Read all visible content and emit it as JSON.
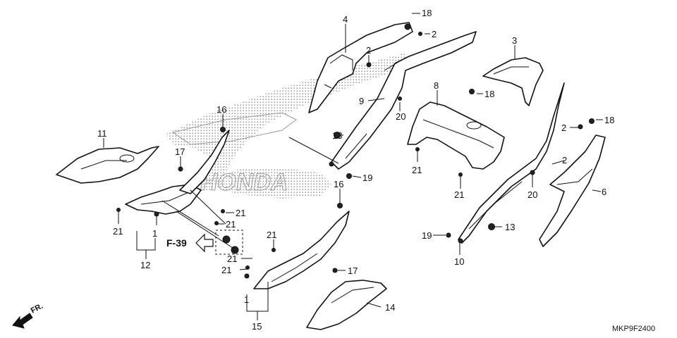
{
  "callouts": [
    {
      "id": "c4",
      "text": "4"
    },
    {
      "id": "c18a",
      "text": "18"
    },
    {
      "id": "c2a",
      "text": "2"
    },
    {
      "id": "c2b",
      "text": "2"
    },
    {
      "id": "c3",
      "text": "3"
    },
    {
      "id": "c16a",
      "text": "16"
    },
    {
      "id": "c9",
      "text": "9"
    },
    {
      "id": "c8",
      "text": "8"
    },
    {
      "id": "c18b",
      "text": "18"
    },
    {
      "id": "c20a",
      "text": "20"
    },
    {
      "id": "c11",
      "text": "11"
    },
    {
      "id": "c13a",
      "text": "13"
    },
    {
      "id": "c2c",
      "text": "2"
    },
    {
      "id": "c18c",
      "text": "18"
    },
    {
      "id": "c17a",
      "text": "17"
    },
    {
      "id": "c21a",
      "text": "21"
    },
    {
      "id": "c19a",
      "text": "19"
    },
    {
      "id": "c2d",
      "text": "2"
    },
    {
      "id": "c21b",
      "text": "21"
    },
    {
      "id": "c16b",
      "text": "16"
    },
    {
      "id": "c20b",
      "text": "20"
    },
    {
      "id": "c6",
      "text": "6"
    },
    {
      "id": "c21c",
      "text": "21"
    },
    {
      "id": "c21d",
      "text": "21"
    },
    {
      "id": "c21e",
      "text": "21"
    },
    {
      "id": "c1a",
      "text": "1"
    },
    {
      "id": "c12",
      "text": "12"
    },
    {
      "id": "c21f",
      "text": "21"
    },
    {
      "id": "c19b",
      "text": "19"
    },
    {
      "id": "c13b",
      "text": "13"
    },
    {
      "id": "c21g",
      "text": "21"
    },
    {
      "id": "c10",
      "text": "10"
    },
    {
      "id": "c21h",
      "text": "21"
    },
    {
      "id": "c17b",
      "text": "17"
    },
    {
      "id": "c1b",
      "text": "1"
    },
    {
      "id": "c14",
      "text": "14"
    },
    {
      "id": "c15",
      "text": "15"
    }
  ],
  "reference_label": "F-39",
  "direction_label": "FR.",
  "diagram_code": "MKP9F2400",
  "colors": {
    "line": "#111111",
    "background": "#ffffff",
    "dots": "#9a9a9a"
  }
}
